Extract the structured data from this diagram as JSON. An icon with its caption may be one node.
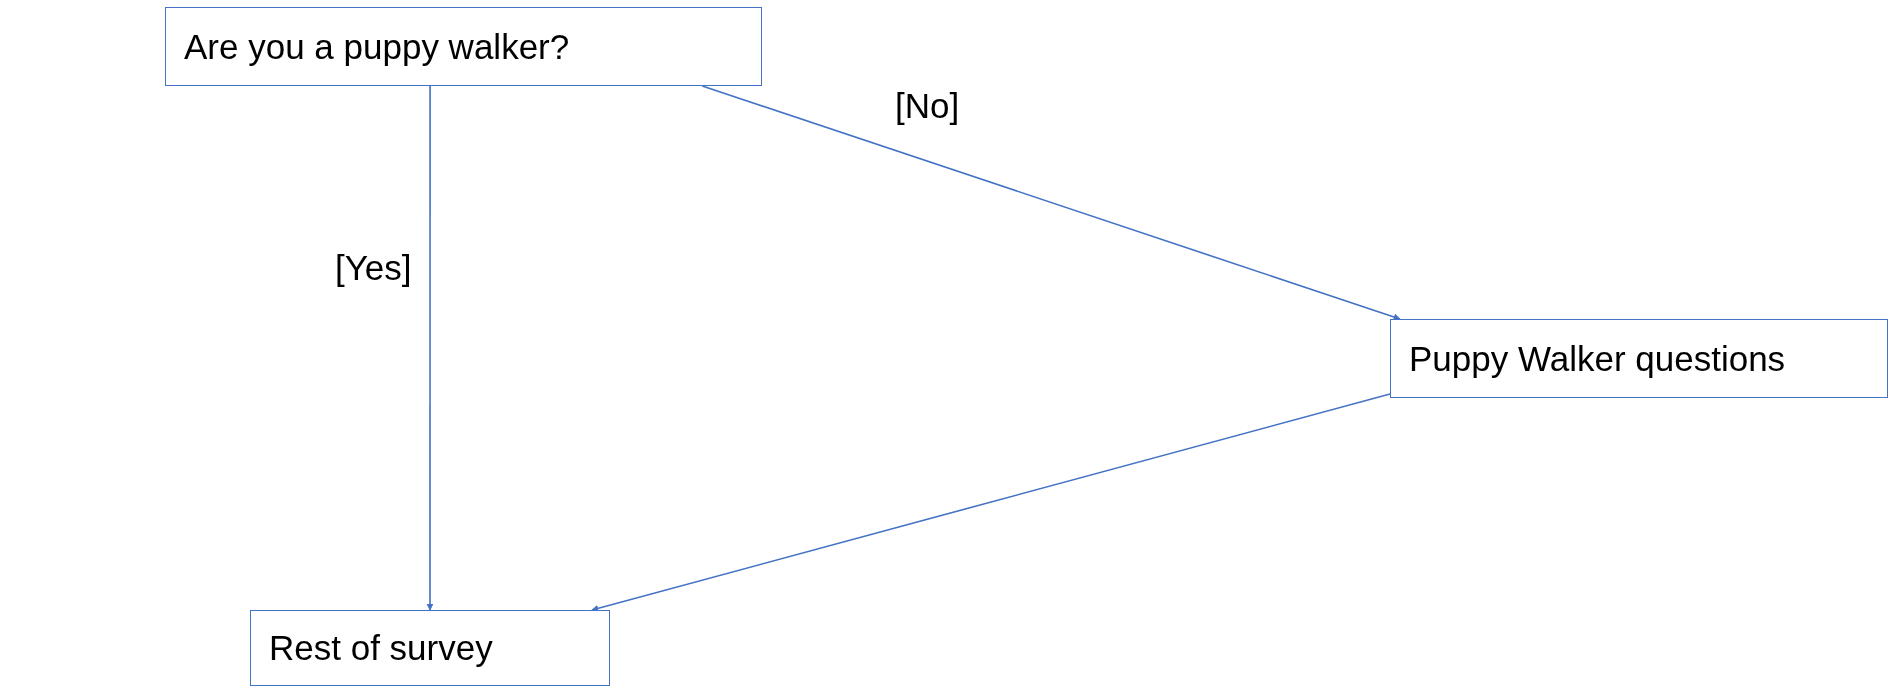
{
  "diagram": {
    "nodes": [
      {
        "text": [
          "Are you a puppy walker?"
        ]
      },
      {
        "text": [
          "Puppy Walker questions"
        ]
      },
      {
        "text": [
          "Rest of survey"
        ]
      }
    ],
    "edges": [
      {
        "from": 0,
        "to": 2,
        "arrow": "to",
        "label": "[Yes]"
      },
      {
        "from": 0,
        "to": 1,
        "arrow": "to",
        "label": "[No]"
      },
      {
        "from": 1,
        "to": 2,
        "arrow": "to"
      }
    ]
  }
}
